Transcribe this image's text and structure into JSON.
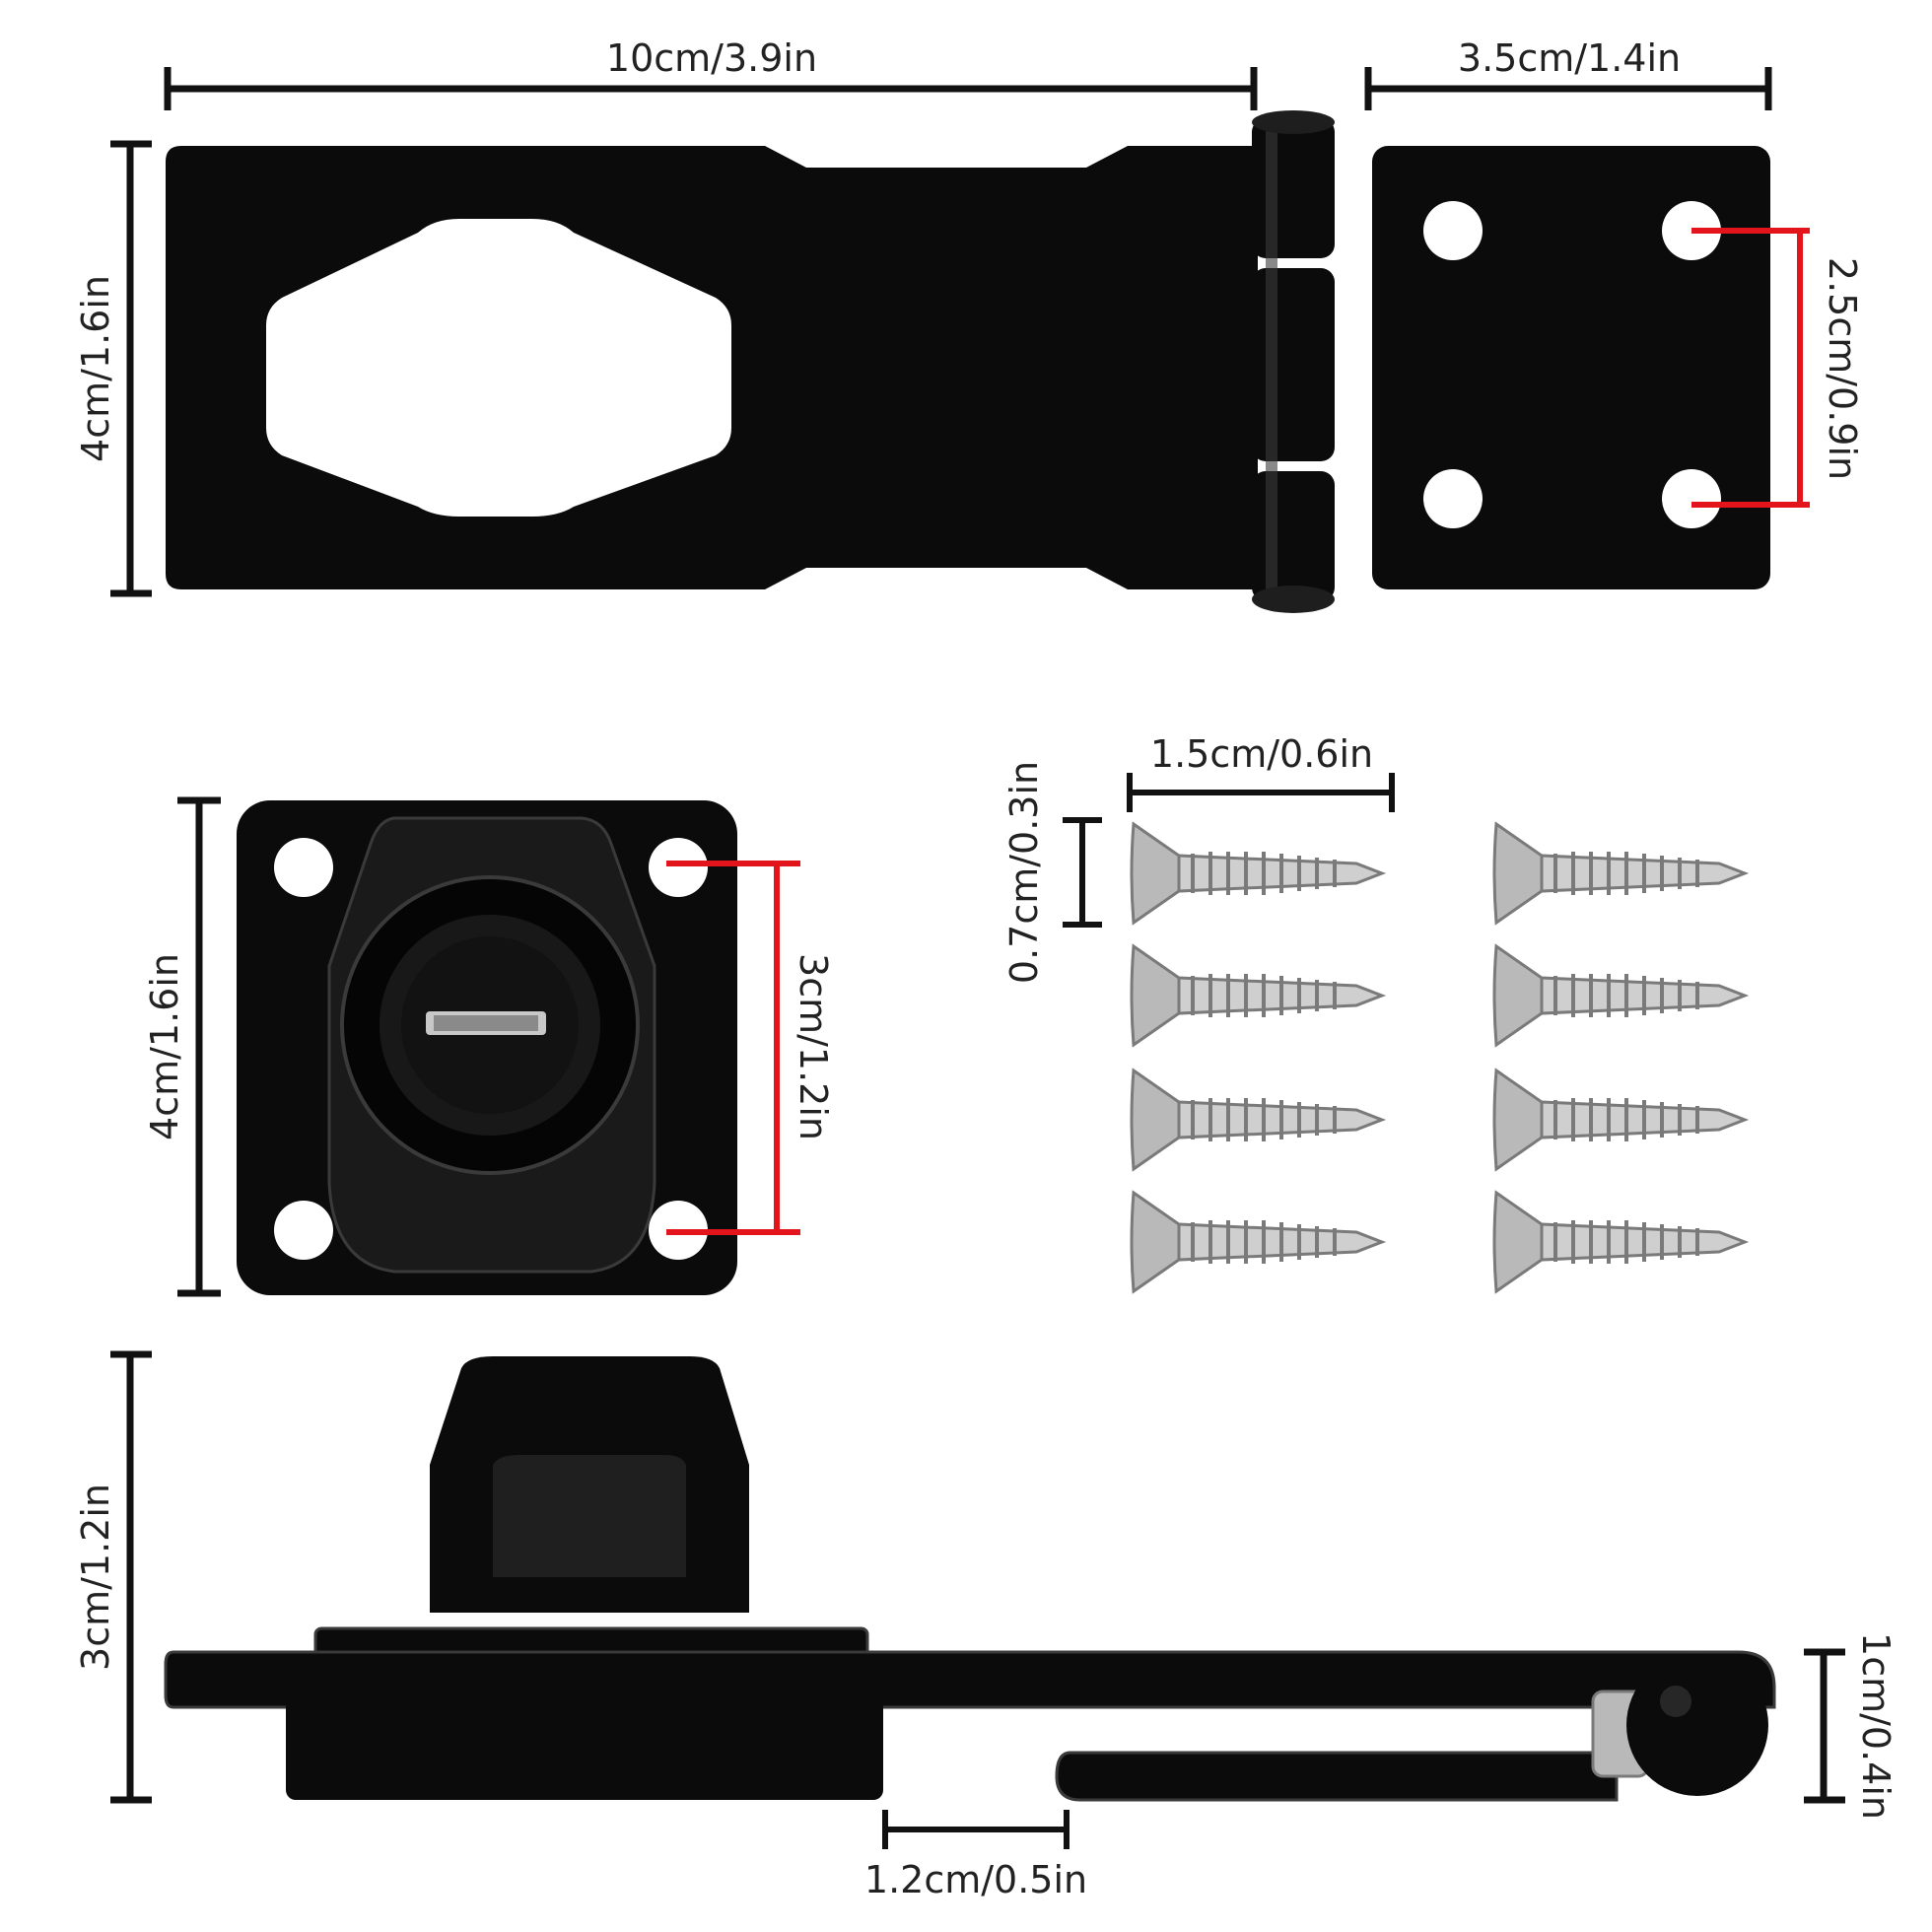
{
  "colors": {
    "metal": "#0b0b0b",
    "metal_highlight": "#3a3a3a",
    "measure_black": "#111111",
    "measure_red": "#e3141b",
    "screw": "#b9b9b9",
    "screw_dark": "#7a7a7a",
    "background": "#ffffff"
  },
  "dimensions": {
    "hasp_length": "10cm/3.9in",
    "plate_width": "3.5cm/1.4in",
    "hasp_height": "4cm/1.6in",
    "plate_hole_spacing": "2.5cm/0.9in",
    "lock_height": "4cm/1.6in",
    "lock_hole_spacing": "3cm/1.2in",
    "screw_length": "1.5cm/0.6in",
    "screw_head": "0.7cm/0.3in",
    "side_height": "3cm/1.2in",
    "hinge_height": "1cm/0.4in",
    "base_thickness": "1.2cm/0.5in"
  },
  "icons": {
    "hasp": "hasp-plate-icon",
    "hinge": "hinge-icon",
    "lock": "keyed-lock-icon",
    "screw": "countersunk-screw-icon"
  }
}
